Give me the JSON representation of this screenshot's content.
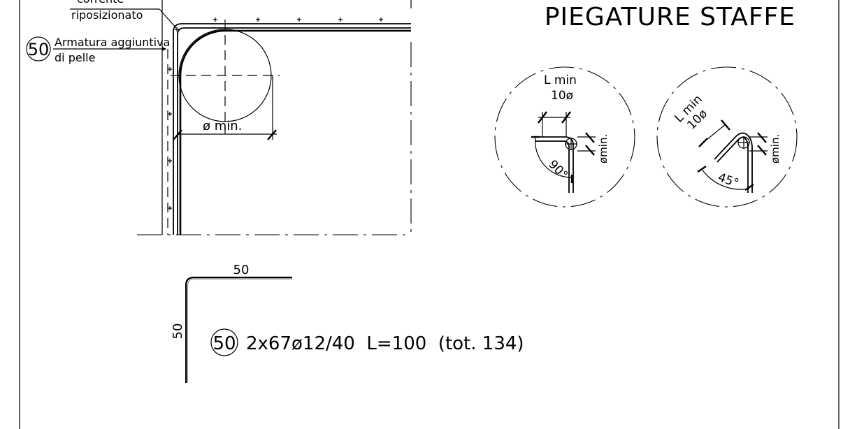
{
  "title": "PIEGATURE STAFFE",
  "labels": {
    "corrente_line1": "corrente",
    "corrente_line2": "riposizionato",
    "mark_number": "50",
    "armatura_line1": "Armatura aggiuntiva",
    "armatura_line2": "di pelle",
    "diameter_min": "ø min."
  },
  "bend_90": {
    "l_min": "L min",
    "ten_phi": "10ø",
    "phi_min": "ømin.",
    "angle": "90°"
  },
  "bend_45": {
    "l_min": "L min",
    "ten_phi": "10ø",
    "phi_min": "ømin.",
    "angle": "45°"
  },
  "bar_shape": {
    "horizontal_dim": "50",
    "vertical_dim": "50",
    "mark_number": "50",
    "spec": "2x67ø12/40  L=100  (tot. 134)"
  }
}
